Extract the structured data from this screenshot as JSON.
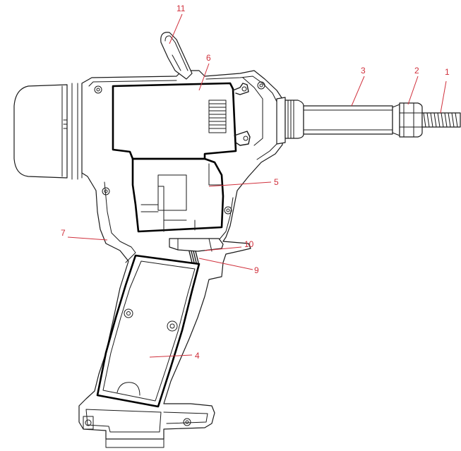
{
  "callout_color": "#d0303c",
  "line_color": "#1a1a1a",
  "callouts": [
    {
      "id": "1",
      "label": "1"
    },
    {
      "id": "2",
      "label": "2"
    },
    {
      "id": "3",
      "label": "3"
    },
    {
      "id": "4",
      "label": "4"
    },
    {
      "id": "5",
      "label": "5"
    },
    {
      "id": "6",
      "label": "6"
    },
    {
      "id": "7",
      "label": "7"
    },
    {
      "id": "9",
      "label": "9"
    },
    {
      "id": "10",
      "label": "10"
    },
    {
      "id": "11",
      "label": "11"
    }
  ]
}
